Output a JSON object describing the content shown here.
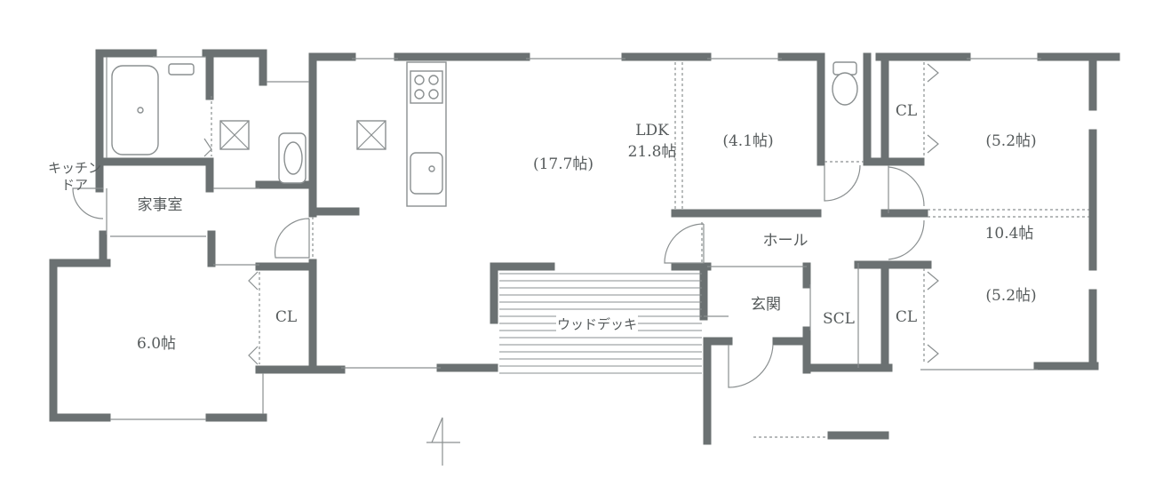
{
  "labels": {
    "kitchen_door_line1": "キッチン",
    "kitchen_door_line2": "ドア",
    "utility_room": "家事室",
    "bedroom_6": "6.0帖",
    "cl_left": "CL",
    "living": "(17.7帖)",
    "ldk_line1": "LDK",
    "ldk_line2": "21.8帖",
    "room_4_1": "(4.1帖)",
    "hall": "ホール",
    "entrance": "玄関",
    "scl": "SCL",
    "cl_right_top": "CL",
    "cl_right_bottom": "CL",
    "room_5_2_top": "(5.2帖)",
    "room_5_2_bottom": "(5.2帖)",
    "room_10_4": "10.4帖",
    "wood_deck": "ウッドデッキ"
  },
  "icons": [
    "bathtub-icon",
    "toilet-icon",
    "washbasin-icon",
    "stove-icon",
    "sink-icon",
    "ventilation-icon",
    "north-arrow-icon"
  ],
  "colors": {
    "wall": "#6b7172",
    "line": "#8a8f90",
    "text": "#555a5b"
  }
}
